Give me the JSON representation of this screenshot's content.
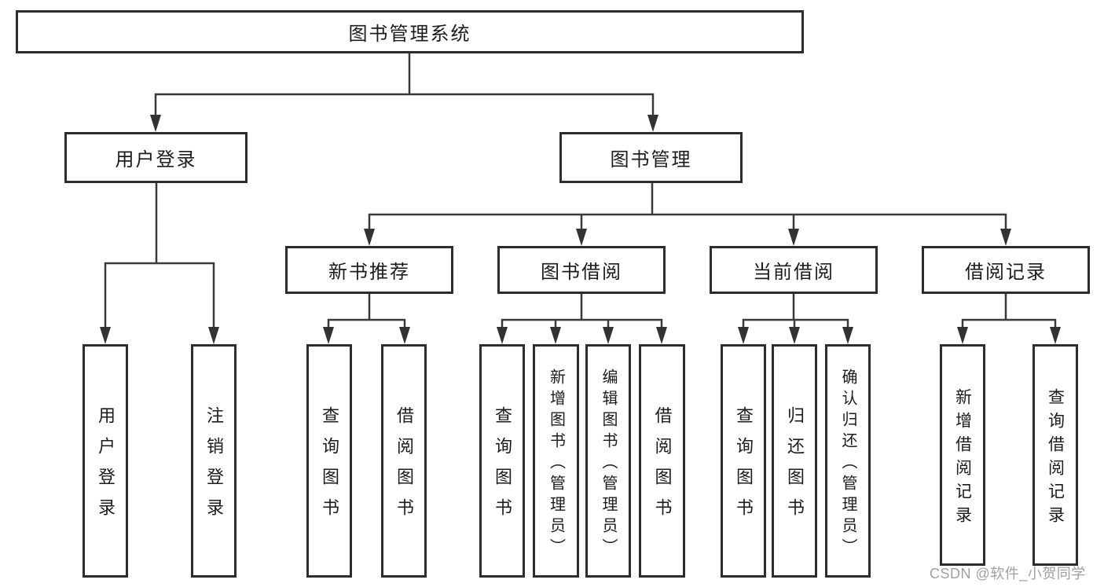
{
  "tree": {
    "label": "图书管理系统",
    "children": [
      {
        "label": "用户登录",
        "children": [
          {
            "label": "用户登录"
          },
          {
            "label": "注销登录"
          }
        ]
      },
      {
        "label": "图书管理",
        "children": [
          {
            "label": "新书推荐",
            "children": [
              {
                "label": "查询图书"
              },
              {
                "label": "借阅图书"
              }
            ]
          },
          {
            "label": "图书借阅",
            "children": [
              {
                "label": "查询图书"
              },
              {
                "label": "新增图书（管理员）"
              },
              {
                "label": "编辑图书（管理员）"
              },
              {
                "label": "借阅图书"
              }
            ]
          },
          {
            "label": "当前借阅",
            "children": [
              {
                "label": "查询图书"
              },
              {
                "label": "归还图书"
              },
              {
                "label": "确认归还（管理员）"
              }
            ]
          },
          {
            "label": "借阅记录",
            "children": [
              {
                "label": "新增借阅记录"
              },
              {
                "label": "查询借阅记录"
              }
            ]
          }
        ]
      }
    ]
  },
  "watermark": {
    "text": "CSDN @软件_小贺同学"
  },
  "colors": {
    "background": "#ffffff",
    "box_border": "#2d2d2d",
    "connector_line": "#3a3a3a",
    "arrowhead": "#333333",
    "text": "#1c1c1c",
    "watermark_text": "#9f9f9f"
  }
}
